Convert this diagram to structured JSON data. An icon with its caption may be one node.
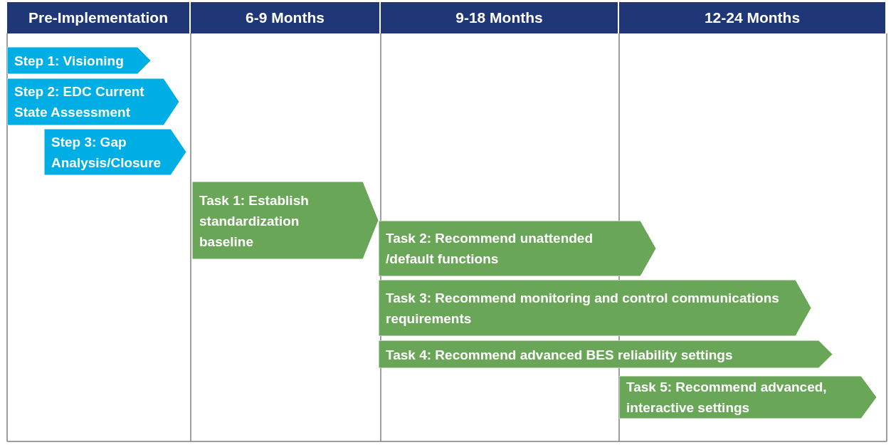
{
  "diagram": {
    "nodes": [
      {
        "text": [
          "Pre-Implementation"
        ]
      },
      {
        "text": [
          "6-9 Months"
        ]
      },
      {
        "text": [
          "9-18 Months"
        ]
      },
      {
        "text": [
          "12-24 Months"
        ]
      },
      {
        "text": [
          "Step 1: Visioning"
        ]
      },
      {
        "text": [
          "Step 2: EDC Current State Assessment"
        ]
      },
      {
        "text": [
          "Step 3: Gap Analysis/Closure"
        ]
      },
      {
        "text": [
          "Task 1: Establish standardization baseline"
        ]
      },
      {
        "text": [
          "Task 2: Recommend unattended /default functions"
        ]
      },
      {
        "text": [
          "Task 3: Recommend monitoring and control communications requirements"
        ]
      },
      {
        "text": [
          "Task 4: Recommend advanced BES reliability settings"
        ]
      },
      {
        "text": [
          "Task 5: Recommend advanced, interactive settings"
        ]
      }
    ]
  }
}
